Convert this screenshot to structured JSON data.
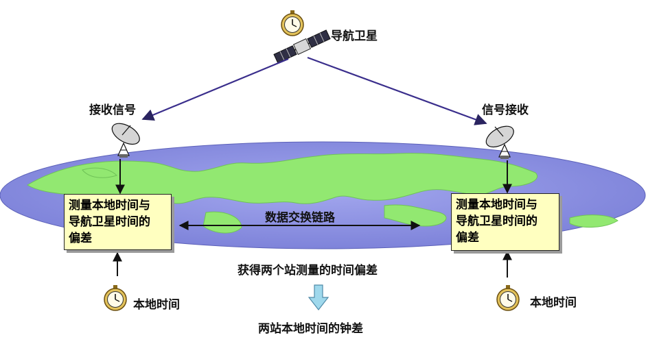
{
  "satellite": {
    "label": "导航卫星"
  },
  "station_left": {
    "receive_label": "接收信号",
    "box_lines": [
      "测量本地时间与",
      "导航卫星时间的",
      "偏差"
    ],
    "clock_label": "本地时间"
  },
  "station_right": {
    "receive_label": "信号接收",
    "box_lines": [
      "测量本地时间与",
      "导航卫星时间的",
      "偏差"
    ],
    "clock_label": "本地时间"
  },
  "link": {
    "label": "数据交换链路"
  },
  "result": {
    "label": "获得两个站测量的时间偏差"
  },
  "final": {
    "label": "两站本地时间的钟差"
  },
  "icons": [
    "stopwatch-icon",
    "satellite-icon",
    "dish-antenna-icon",
    "down-arrow-icon"
  ],
  "colors": {
    "earth_ocean": "#8a8ee0",
    "earth_land": "#90e66e",
    "arrow": "#3a2e8c",
    "box_fill": "#ffffc0"
  }
}
